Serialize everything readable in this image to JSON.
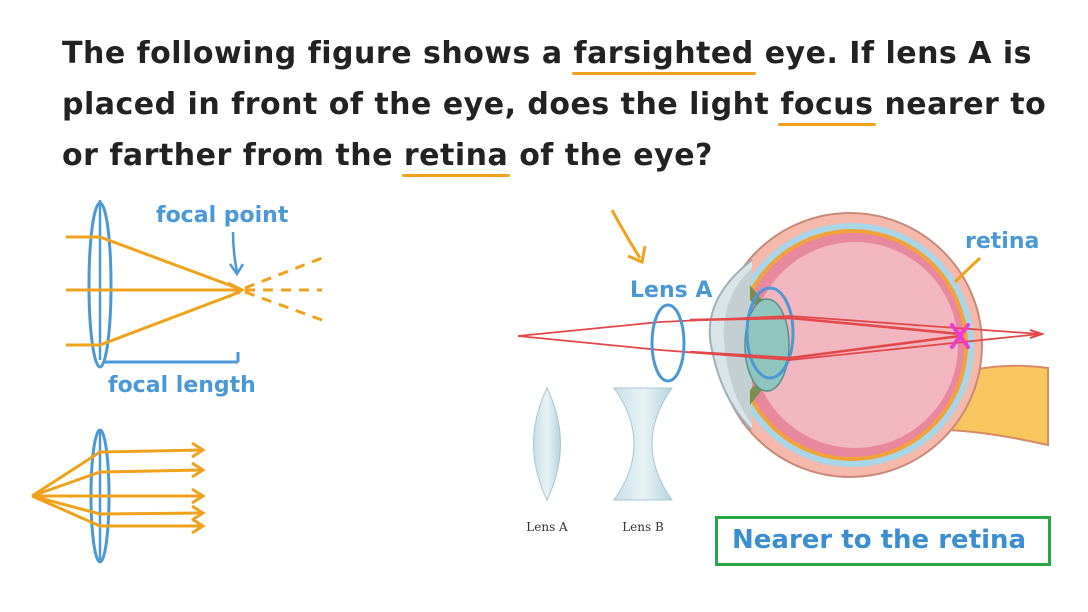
{
  "question": {
    "part1": "The following figure shows a ",
    "farsighted": "farsighted",
    "part2": " eye. If lens A is placed in front of the eye, does the light ",
    "focus": "focus",
    "part3": " nearer to or farther from the ",
    "retina": "retina",
    "part4": " of the eye?"
  },
  "diagram": {
    "focal_point_label": "focal point",
    "focal_length_label": "focal length",
    "lens_a_handwritten": "Lens A",
    "retina_label": "retina",
    "lens_a_caption": "Lens A",
    "lens_b_caption": "Lens B"
  },
  "answer": "Nearer to the retina",
  "colors": {
    "orange": "#f0a21d",
    "blue": "#4a98d6",
    "red": "#e2474a",
    "magenta": "#ee3bd6",
    "green": "#27a844"
  }
}
